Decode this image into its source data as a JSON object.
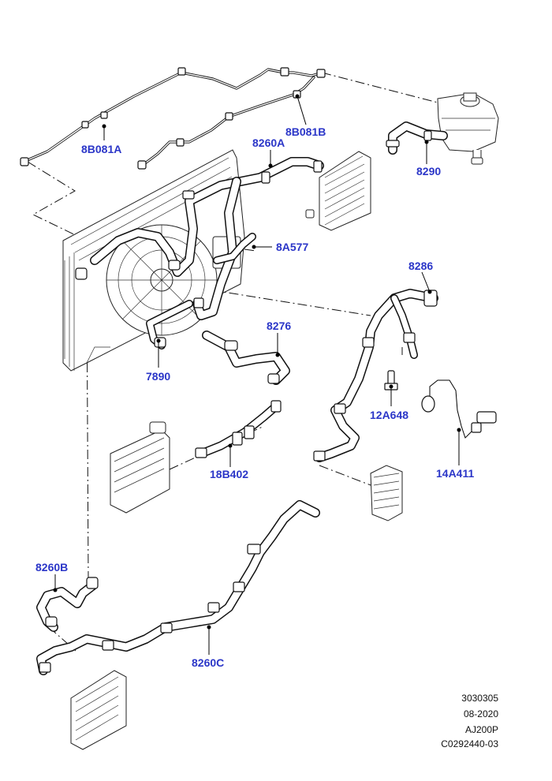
{
  "parts": {
    "p8B081A": "8B081A",
    "p8B081B": "8B081B",
    "p8260A": "8260A",
    "p8290": "8290",
    "p8A577": "8A577",
    "p8286": "8286",
    "p8276": "8276",
    "p7890": "7890",
    "p12A648": "12A648",
    "p14A411": "14A411",
    "p18B402": "18B402",
    "p8260B": "8260B",
    "p8260C": "8260C"
  },
  "reference": {
    "line1": "3030305",
    "line2": "08-2020",
    "line3": "AJ200P",
    "line4": "C0292440-03"
  },
  "colors": {
    "label": "#2b36c8",
    "line": "#111111",
    "background": "#ffffff"
  }
}
